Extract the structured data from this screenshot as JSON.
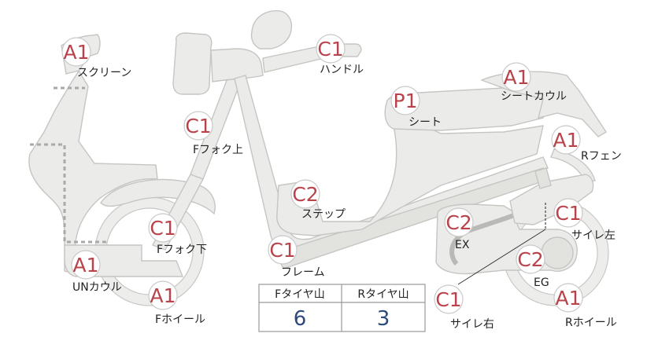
{
  "colors": {
    "grade_text": "#b8434a",
    "label_text": "#222222",
    "part_fill": "#ebebe9",
    "part_stroke": "#c5c5c2",
    "table_value": "#2c4a7a"
  },
  "parts": [
    {
      "grade": "A1",
      "label": "スクリーン"
    },
    {
      "grade": "C1",
      "label": "ハンドル"
    },
    {
      "grade": "A1",
      "label": "シートカウル"
    },
    {
      "grade": "P1",
      "label": "シート"
    },
    {
      "grade": "C1",
      "label": "Fフォク上"
    },
    {
      "grade": "A1",
      "label": "Rフェン"
    },
    {
      "grade": "C2",
      "label": "ステップ"
    },
    {
      "grade": "C1",
      "label": "Fフォク下"
    },
    {
      "grade": "C2",
      "label": "EX"
    },
    {
      "grade": "C1",
      "label": "サイレ左"
    },
    {
      "grade": "C1",
      "label": "フレーム"
    },
    {
      "grade": "A1",
      "label": "UNカウル"
    },
    {
      "grade": "C2",
      "label": "EG"
    },
    {
      "grade": "A1",
      "label": "Fホイール"
    },
    {
      "grade": "A1",
      "label": "Rホイール"
    },
    {
      "grade": "C1",
      "label": "サイレ右"
    }
  ],
  "tire_table": {
    "front_header": "Fタイヤ山",
    "rear_header": "Rタイヤ山",
    "front_value": "6",
    "rear_value": "3"
  }
}
